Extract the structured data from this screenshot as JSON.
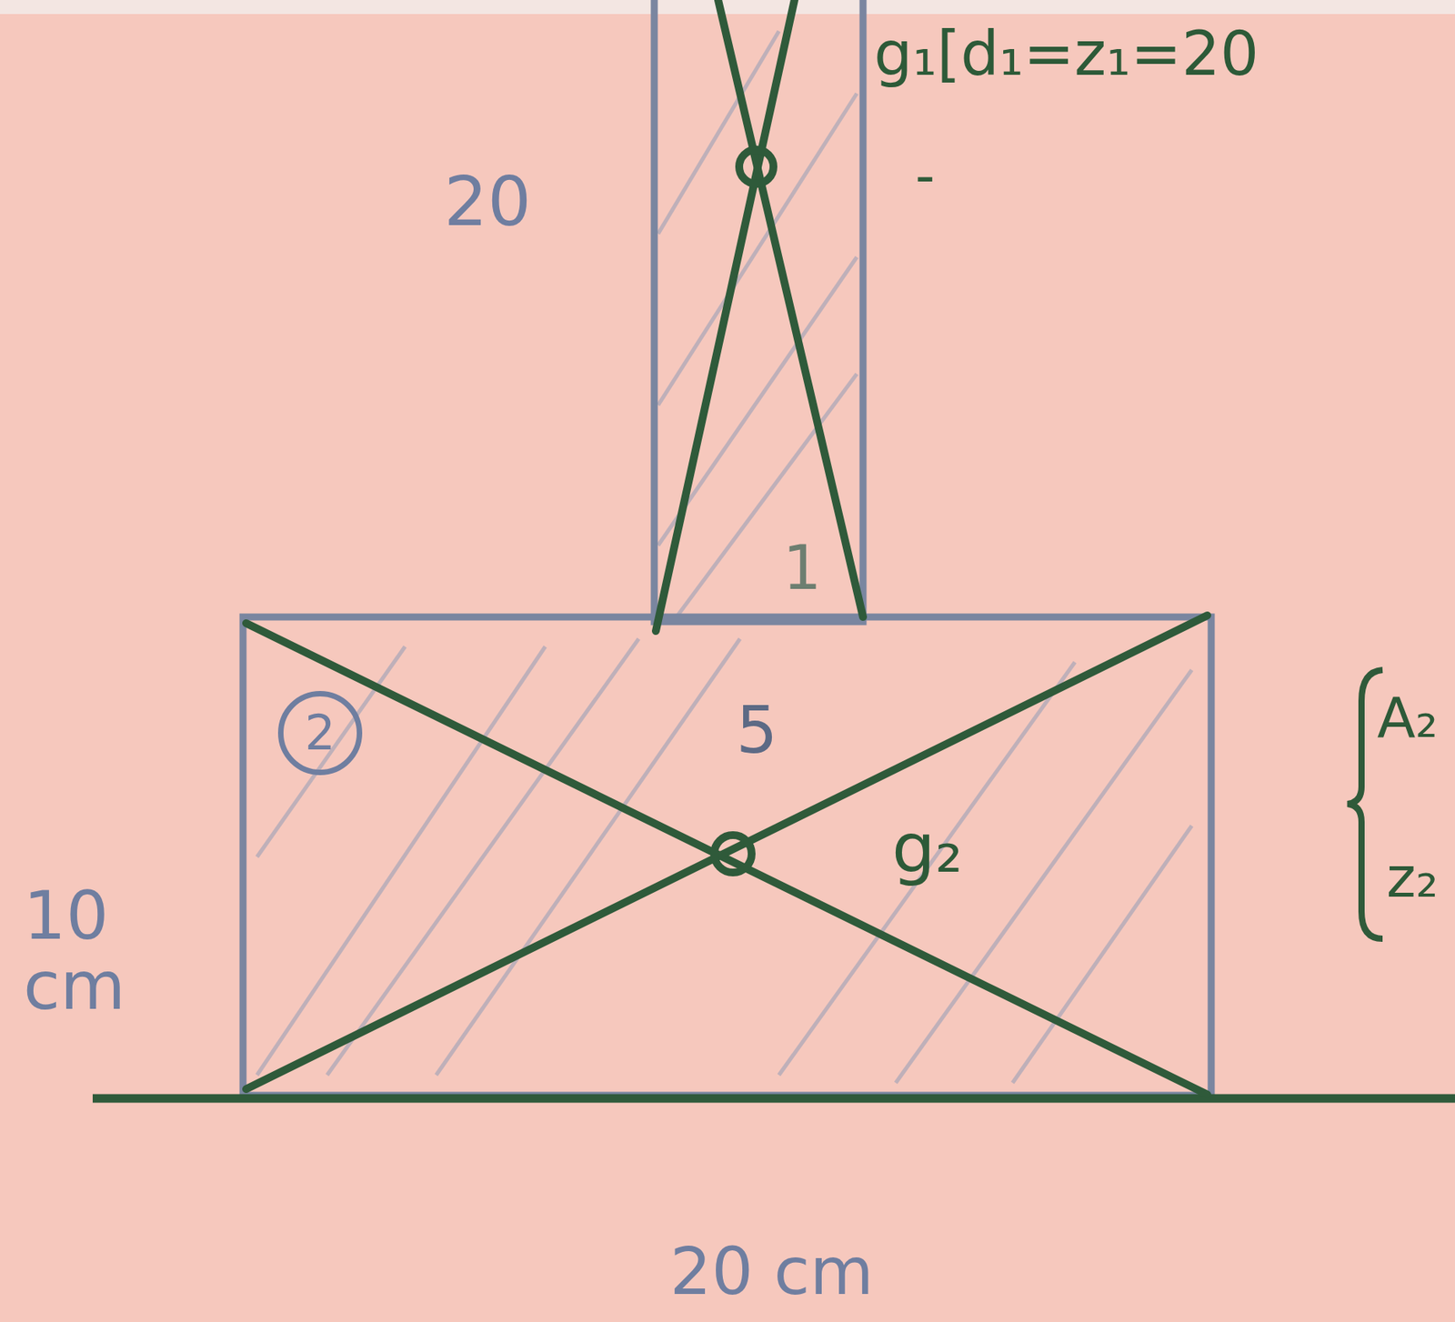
{
  "diagram": {
    "nodes": [
      {
        "text": [
          "2"
        ]
      }
    ],
    "labels": [
      "g₁[d₁=z₁=20",
      "20",
      "-",
      "1",
      "5",
      "g₂",
      "A₂",
      "z₂",
      "10 cm",
      "20 cm"
    ]
  }
}
